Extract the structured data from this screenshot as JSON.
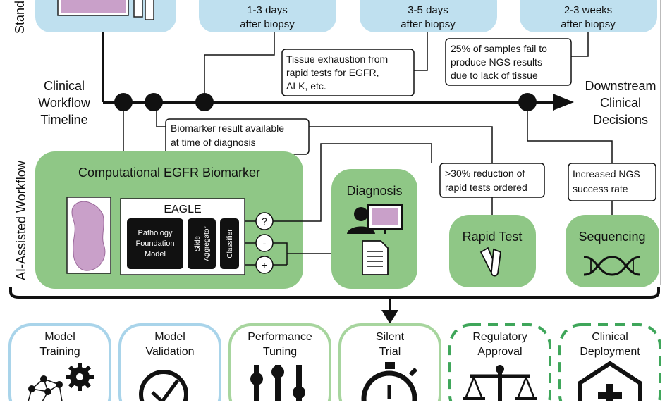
{
  "standard_label": "Stand",
  "ai_label": "AI-Assisted Workflow",
  "top_boxes": [
    {
      "line1": "1-3 days",
      "line2": "after biopsy"
    },
    {
      "line1": "3-5 days",
      "line2": "after biopsy"
    },
    {
      "line1": "2-3 weeks",
      "line2": "after biopsy"
    }
  ],
  "notes": {
    "tissue": [
      "Tissue exhaustion from",
      "rapid tests for EGFR,",
      "ALK, etc."
    ],
    "ngs_fail": [
      "25% of samples fail to",
      "produce NGS results",
      "due to lack of tissue"
    ],
    "biomarker": [
      "Biomarker result available",
      "at time of diagnosis"
    ],
    "rapid_reduction": [
      ">30% reduction of",
      "rapid tests ordered"
    ],
    "ngs_success": [
      "Increased NGS",
      "success rate"
    ]
  },
  "timeline": {
    "left": [
      "Clinical",
      "Workflow",
      "Timeline"
    ],
    "right": [
      "Downstream",
      "Clinical",
      "Decisions"
    ]
  },
  "biomarker_panel": {
    "title": "Computational EGFR Biomarker",
    "eagle": "EAGLE",
    "foundation": [
      "Pathology",
      "Foundation",
      "Model"
    ],
    "aggregator": [
      "Slide",
      "Aggregator"
    ],
    "classifier": "Classifier",
    "outputs": [
      "?",
      "-",
      "+"
    ]
  },
  "diagnosis": "Diagnosis",
  "rapid_test": "Rapid Test",
  "sequencing": "Sequencing",
  "stages": [
    {
      "line1": "Model",
      "line2": "Training",
      "style": "blue"
    },
    {
      "line1": "Model",
      "line2": "Validation",
      "style": "blue"
    },
    {
      "line1": "Performance",
      "line2": "Tuning",
      "style": "green"
    },
    {
      "line1": "Silent",
      "line2": "Trial",
      "style": "green"
    },
    {
      "line1": "Regulatory",
      "line2": "Approval",
      "style": "dashed"
    },
    {
      "line1": "Clinical",
      "line2": "Deployment",
      "style": "dashed"
    }
  ],
  "colors": {
    "blue_fill": "#bfe0ef",
    "blue_stroke": "#a9d4ea",
    "green_fill": "#8fc786",
    "green_stroke": "#a7d59e",
    "dashed_stroke": "#3fa65a",
    "dark": "#111111",
    "tissue": "#c9a0c9"
  }
}
